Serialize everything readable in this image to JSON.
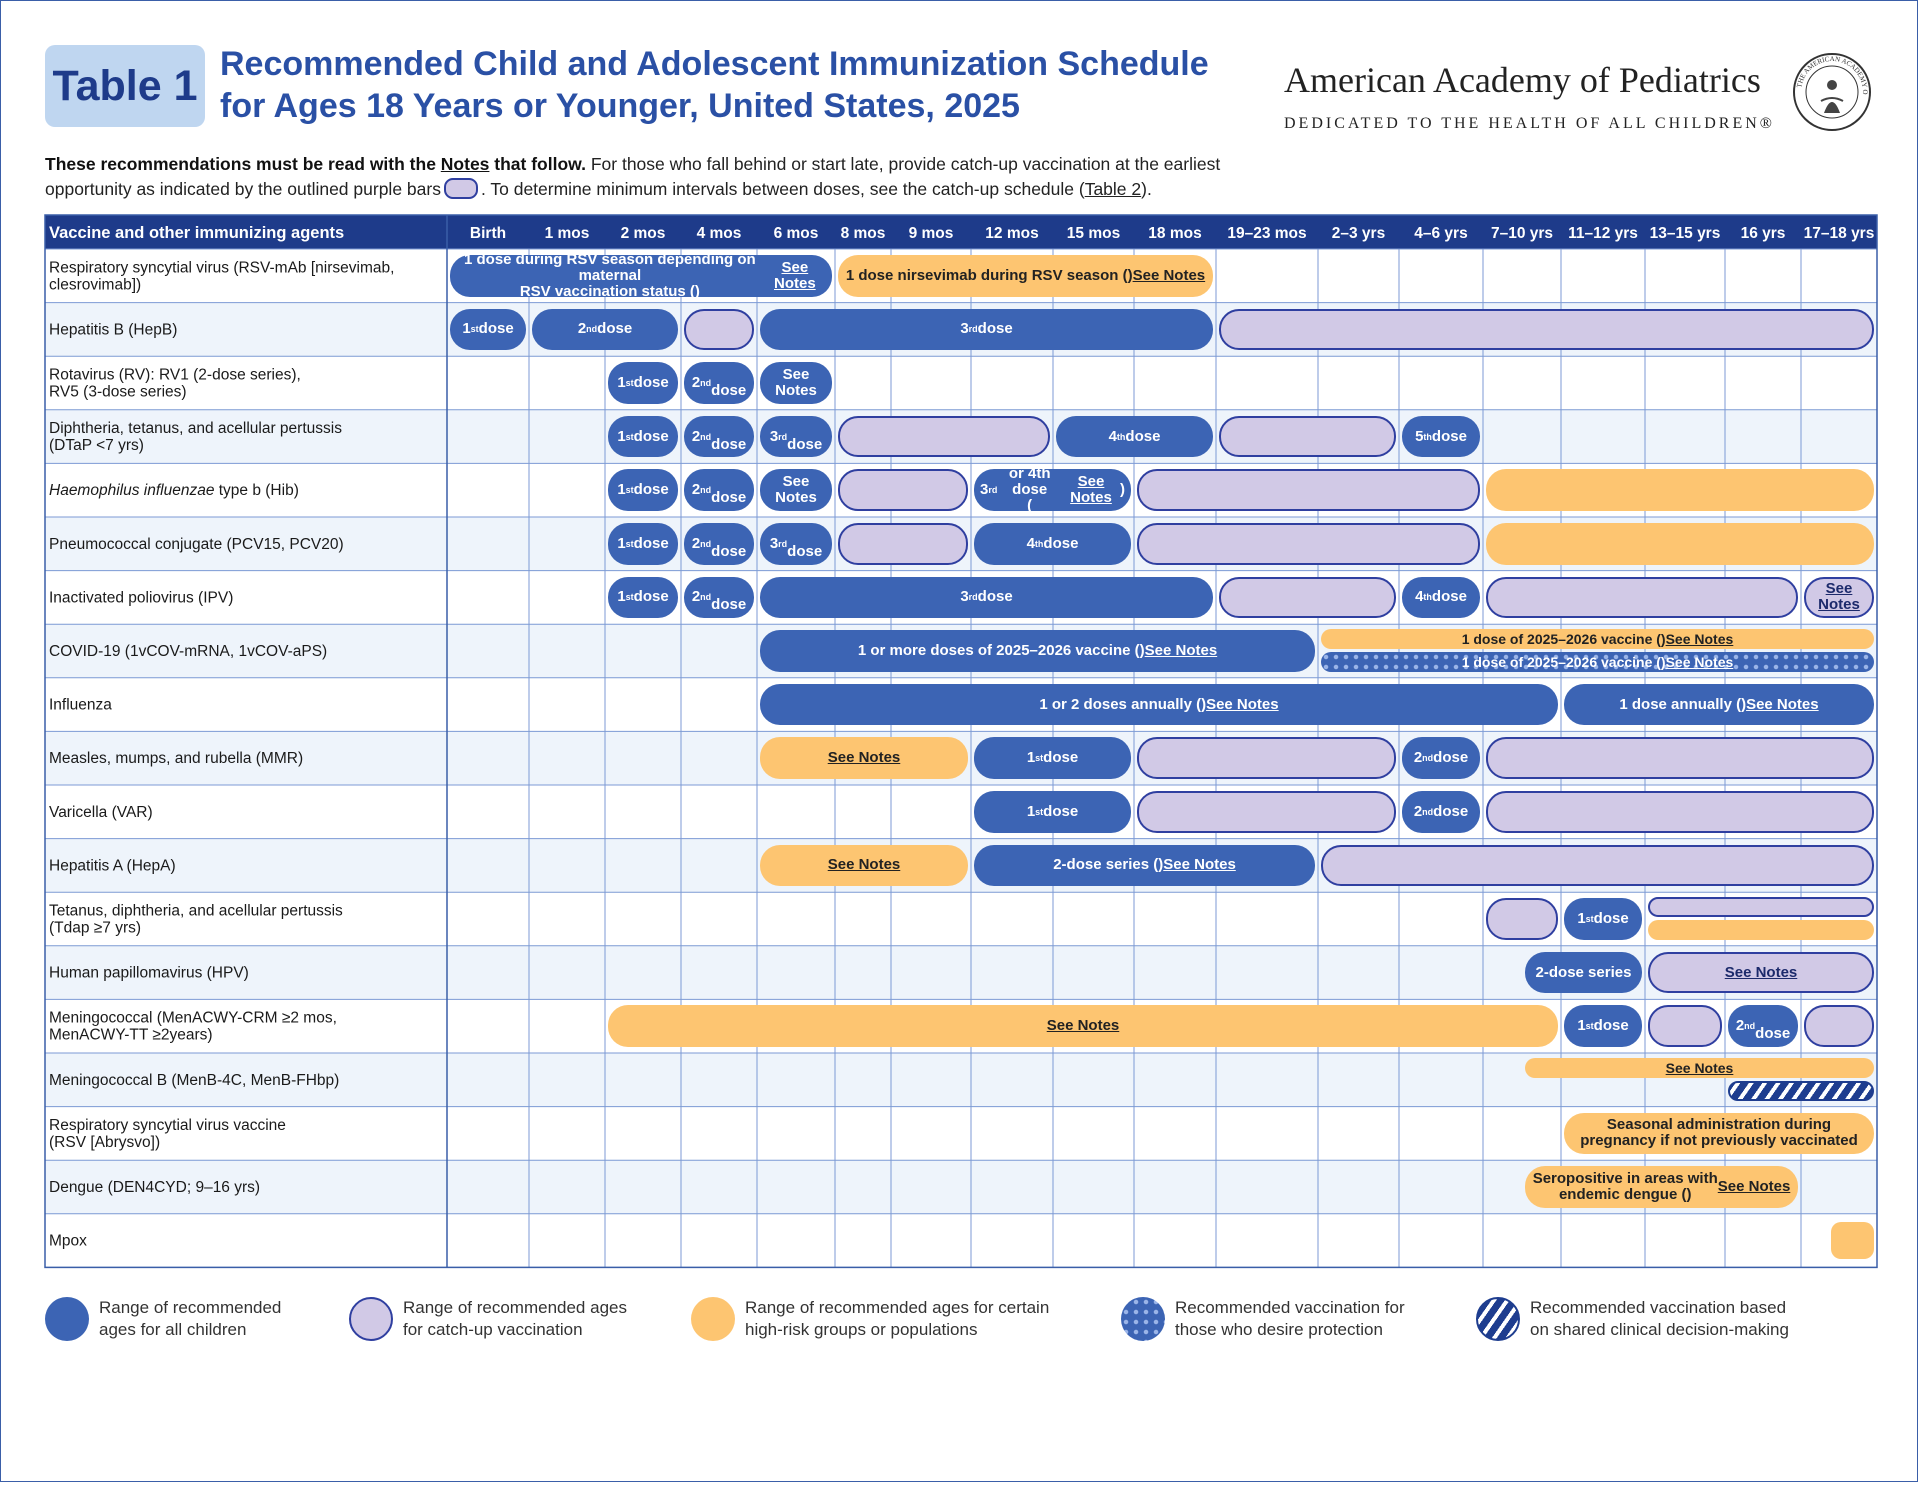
{
  "header": {
    "badge": "Table 1",
    "title_line1": "Recommended Child and Adolescent Immunization Schedule",
    "title_line2": "for Ages 18 Years or Younger, United States, 2025",
    "org_name": "American Academy of Pediatrics",
    "org_tagline": "DEDICATED TO THE HEALTH OF ALL CHILDREN®",
    "seal_text": "THE AMERICAN ACADEMY OF PEDIATRICS"
  },
  "intro": {
    "bold_part": "These recommendations must be read with the ",
    "notes_link": "Notes",
    "bold_tail": " that follow.",
    "text_part": " For those who fall behind or start late, provide catch-up vaccination at the earliest opportunity as indicated by the outlined purple bars",
    "text_part2": ". To determine minimum intervals between doses, see the catch-up schedule (",
    "table2_link": "Table 2",
    "text_end": ")."
  },
  "table": {
    "header_label": "Vaccine and other immunizing agents",
    "age_columns": [
      "Birth",
      "1 mos",
      "2 mos",
      "4 mos",
      "6 mos",
      "8 mos",
      "9 mos",
      "12 mos",
      "15 mos",
      "18 mos",
      "19–23 mos",
      "2–3 yrs",
      "4–6 yrs",
      "7–10 yrs",
      "11–12 yrs",
      "13–15 yrs",
      "16 yrs",
      "17–18 yrs"
    ],
    "rows": [
      {
        "name": "Respiratory syncytial virus (RSV-mAb [nirsevimab,\nclesrovimab])"
      },
      {
        "name": "Hepatitis B (HepB)"
      },
      {
        "name": "Rotavirus (RV): RV1 (2-dose series),\nRV5 (3-dose series)"
      },
      {
        "name": "Diphtheria, tetanus, and acellular pertussis\n(DTaP <7 yrs)"
      },
      {
        "name_italic": "Haemophilus influenzae",
        "name_rest": " type b (Hib)"
      },
      {
        "name": "Pneumococcal conjugate (PCV15, PCV20)"
      },
      {
        "name": "Inactivated poliovirus (IPV)"
      },
      {
        "name": "COVID-19 (1vCOV-mRNA, 1vCOV-aPS)"
      },
      {
        "name": "Influenza"
      },
      {
        "name": "Measles, mumps, and rubella (MMR)"
      },
      {
        "name": "Varicella (VAR)"
      },
      {
        "name": "Hepatitis A (HepA)"
      },
      {
        "name": "Tetanus, diphtheria, and acellular pertussis\n(Tdap ≥7 yrs)"
      },
      {
        "name": "Human papillomavirus (HPV)"
      },
      {
        "name": "Meningococcal (MenACWY-CRM ≥2 mos,\nMenACWY-TT ≥2years)"
      },
      {
        "name": "Meningococcal B (MenB-4C, MenB-FHbp)"
      },
      {
        "name": "Respiratory syncytial virus vaccine\n(RSV [Abrysvo])"
      },
      {
        "name": "Dengue (DEN4CYD; 9–16 yrs)"
      },
      {
        "name": "Mpox"
      }
    ],
    "bars": [
      {
        "row": 0,
        "from": 0,
        "to": 4,
        "type": "blue",
        "label": "1 dose during RSV season depending on maternal\nRSV vaccination status (",
        "link": "See Notes",
        "tail": ")"
      },
      {
        "row": 0,
        "from": 5,
        "to": 9,
        "type": "orange",
        "label": "1 dose nirsevimab during RSV season (",
        "link": "See Notes",
        "tail": ")"
      },
      {
        "row": 1,
        "from": 0,
        "to": 0,
        "type": "blue",
        "label": "1",
        "sup": "st",
        "tail": " dose"
      },
      {
        "row": 1,
        "from": 1,
        "to": 2,
        "type": "blue",
        "label": "2",
        "sup": "nd",
        "tail": " dose"
      },
      {
        "row": 1,
        "from": 3,
        "to": 3,
        "type": "purple",
        "label": ""
      },
      {
        "row": 1,
        "from": 4,
        "to": 9,
        "type": "blue",
        "label": "3",
        "sup": "rd",
        "tail": " dose"
      },
      {
        "row": 1,
        "from": 10,
        "to": 17,
        "type": "purple",
        "label": ""
      },
      {
        "row": 2,
        "from": 2,
        "to": 2,
        "type": "blue",
        "label": "1",
        "sup": "st",
        "tail": " dose"
      },
      {
        "row": 2,
        "from": 3,
        "to": 3,
        "type": "blue",
        "label": "2",
        "sup": "nd",
        "tail": "\ndose"
      },
      {
        "row": 2,
        "from": 4,
        "to": 4,
        "type": "blue",
        "label": "See\nNotes"
      },
      {
        "row": 3,
        "from": 2,
        "to": 2,
        "type": "blue",
        "label": "1",
        "sup": "st",
        "tail": " dose"
      },
      {
        "row": 3,
        "from": 3,
        "to": 3,
        "type": "blue",
        "label": "2",
        "sup": "nd",
        "tail": "\ndose"
      },
      {
        "row": 3,
        "from": 4,
        "to": 4,
        "type": "blue",
        "label": "3",
        "sup": "rd",
        "tail": "\ndose"
      },
      {
        "row": 3,
        "from": 5,
        "to": 7,
        "type": "purple",
        "label": ""
      },
      {
        "row": 3,
        "from": 8,
        "to": 9,
        "type": "blue",
        "label": "4",
        "sup": "th",
        "tail": " dose"
      },
      {
        "row": 3,
        "from": 10,
        "to": 11,
        "type": "purple",
        "label": ""
      },
      {
        "row": 3,
        "from": 12,
        "to": 12,
        "type": "blue",
        "label": "5",
        "sup": "th",
        "tail": " dose"
      },
      {
        "row": 4,
        "from": 2,
        "to": 2,
        "type": "blue",
        "label": "1",
        "sup": "st",
        "tail": " dose"
      },
      {
        "row": 4,
        "from": 3,
        "to": 3,
        "type": "blue",
        "label": "2",
        "sup": "nd",
        "tail": "\ndose"
      },
      {
        "row": 4,
        "from": 4,
        "to": 4,
        "type": "blue",
        "label": "See\nNotes"
      },
      {
        "row": 4,
        "from": 5,
        "to": 6,
        "type": "purple",
        "label": ""
      },
      {
        "row": 4,
        "from": 7,
        "to": 8,
        "type": "blue",
        "label": "3",
        "sup": "rd",
        "tail": " or 4th dose\n(",
        "link": "See Notes",
        "tail2": ")"
      },
      {
        "row": 4,
        "from": 9,
        "to": 12,
        "type": "purple",
        "label": ""
      },
      {
        "row": 4,
        "from": 13,
        "to": 17,
        "type": "orange",
        "label": ""
      },
      {
        "row": 5,
        "from": 2,
        "to": 2,
        "type": "blue",
        "label": "1",
        "sup": "st",
        "tail": " dose"
      },
      {
        "row": 5,
        "from": 3,
        "to": 3,
        "type": "blue",
        "label": "2",
        "sup": "nd",
        "tail": "\ndose"
      },
      {
        "row": 5,
        "from": 4,
        "to": 4,
        "type": "blue",
        "label": "3",
        "sup": "rd",
        "tail": "\ndose"
      },
      {
        "row": 5,
        "from": 5,
        "to": 6,
        "type": "purple",
        "label": ""
      },
      {
        "row": 5,
        "from": 7,
        "to": 8,
        "type": "blue",
        "label": "4",
        "sup": "th",
        "tail": " dose"
      },
      {
        "row": 5,
        "from": 9,
        "to": 12,
        "type": "purple",
        "label": ""
      },
      {
        "row": 5,
        "from": 13,
        "to": 17,
        "type": "orange",
        "label": ""
      },
      {
        "row": 6,
        "from": 2,
        "to": 2,
        "type": "blue",
        "label": "1",
        "sup": "st",
        "tail": " dose"
      },
      {
        "row": 6,
        "from": 3,
        "to": 3,
        "type": "blue",
        "label": "2",
        "sup": "nd",
        "tail": "\ndose"
      },
      {
        "row": 6,
        "from": 4,
        "to": 9,
        "type": "blue",
        "label": "3",
        "sup": "rd",
        "tail": " dose"
      },
      {
        "row": 6,
        "from": 10,
        "to": 11,
        "type": "purple",
        "label": ""
      },
      {
        "row": 6,
        "from": 12,
        "to": 12,
        "type": "blue",
        "label": "4",
        "sup": "th",
        "tail": " dose"
      },
      {
        "row": 6,
        "from": 13,
        "to": 16,
        "type": "purple",
        "label": ""
      },
      {
        "row": 6,
        "from": 17,
        "to": 17,
        "type": "purple",
        "label": "See\nNotes",
        "underline": true
      },
      {
        "row": 7,
        "from": 4,
        "to": 10,
        "type": "blue",
        "label": "1 or more doses of 2025–2026 vaccine (",
        "link": "See Notes",
        "tail": ")"
      },
      {
        "row": 7,
        "from": 11,
        "to": 17,
        "type": "orange",
        "half": "top",
        "label": "1 dose of 2025–2026 vaccine (",
        "link": "See Notes",
        "tail": ")"
      },
      {
        "row": 7,
        "from": 11,
        "to": 17,
        "type": "dotted",
        "half": "bottom",
        "label": "1 dose of 2025–2026 vaccine (",
        "link": "See Notes",
        "tail": ")"
      },
      {
        "row": 8,
        "from": 4,
        "to": 13,
        "type": "blue",
        "label": "1 or 2 doses annually (",
        "link": "See Notes",
        "tail": ")"
      },
      {
        "row": 8,
        "from": 14,
        "to": 17,
        "type": "blue",
        "label": "1 dose annually (",
        "link": "See Notes",
        "tail": ")"
      },
      {
        "row": 9,
        "from": 4,
        "to": 6,
        "type": "orange",
        "label": "",
        "link": "See Notes"
      },
      {
        "row": 9,
        "from": 7,
        "to": 8,
        "type": "blue",
        "label": "1",
        "sup": "st",
        "tail": " dose"
      },
      {
        "row": 9,
        "from": 9,
        "to": 11,
        "type": "purple",
        "label": ""
      },
      {
        "row": 9,
        "from": 12,
        "to": 12,
        "type": "blue",
        "label": "2",
        "sup": "nd",
        "tail": " dose"
      },
      {
        "row": 9,
        "from": 13,
        "to": 17,
        "type": "purple",
        "label": ""
      },
      {
        "row": 10,
        "from": 7,
        "to": 8,
        "type": "blue",
        "label": "1",
        "sup": "st",
        "tail": " dose"
      },
      {
        "row": 10,
        "from": 9,
        "to": 11,
        "type": "purple",
        "label": ""
      },
      {
        "row": 10,
        "from": 12,
        "to": 12,
        "type": "blue",
        "label": "2",
        "sup": "nd",
        "tail": " dose"
      },
      {
        "row": 10,
        "from": 13,
        "to": 17,
        "type": "purple",
        "label": ""
      },
      {
        "row": 11,
        "from": 4,
        "to": 6,
        "type": "orange",
        "label": "",
        "link": "See Notes"
      },
      {
        "row": 11,
        "from": 7,
        "to": 10,
        "type": "blue",
        "label": "2-dose series (",
        "link": "See Notes",
        "tail": ")"
      },
      {
        "row": 11,
        "from": 11,
        "to": 17,
        "type": "purple",
        "label": ""
      },
      {
        "row": 12,
        "from": 13,
        "to": 13,
        "type": "purple",
        "label": ""
      },
      {
        "row": 12,
        "from": 14,
        "to": 14,
        "type": "blue",
        "label": "1",
        "sup": "st",
        "tail": " dose"
      },
      {
        "row": 12,
        "from": 15,
        "to": 17,
        "type": "purple",
        "half": "top",
        "label": ""
      },
      {
        "row": 12,
        "from": 15,
        "to": 17,
        "type": "orange",
        "half": "bottom",
        "label": ""
      },
      {
        "row": 13,
        "from": 13.5,
        "to": 14,
        "type": "blue",
        "label": "2-dose series"
      },
      {
        "row": 13,
        "from": 15,
        "to": 17,
        "type": "purple",
        "label": "",
        "link": "See Notes"
      },
      {
        "row": 14,
        "from": 2,
        "to": 13,
        "type": "orange",
        "label": "",
        "link": "See Notes"
      },
      {
        "row": 14,
        "from": 14,
        "to": 14,
        "type": "blue",
        "label": "1",
        "sup": "st",
        "tail": " dose"
      },
      {
        "row": 14,
        "from": 15,
        "to": 15,
        "type": "purple",
        "label": ""
      },
      {
        "row": 14,
        "from": 16,
        "to": 16,
        "type": "blue",
        "label": "2",
        "sup": "nd",
        "tail": "\ndose"
      },
      {
        "row": 14,
        "from": 17,
        "to": 17,
        "type": "purple",
        "label": ""
      },
      {
        "row": 15,
        "from": 13.5,
        "to": 17,
        "type": "orange",
        "half": "top",
        "label": "",
        "link": "See Notes"
      },
      {
        "row": 15,
        "from": 16,
        "to": 17,
        "type": "striped",
        "half": "bottom",
        "label": ""
      },
      {
        "row": 16,
        "from": 14,
        "to": 17,
        "type": "orange",
        "label": "Seasonal administration during\npregnancy if not previously vaccinated"
      },
      {
        "row": 17,
        "from": 13.5,
        "to": 16,
        "type": "orange",
        "label": "Seropositive in areas with\nendemic dengue (",
        "link": "See Notes",
        "tail": ")"
      },
      {
        "row": 18,
        "from": 17,
        "to": 17,
        "type": "orange",
        "small": true,
        "label": ""
      }
    ]
  },
  "legend": [
    {
      "type": "blue",
      "text": "Range of recommended\nages for all children"
    },
    {
      "type": "purple",
      "text": "Range of recommended ages\nfor catch-up vaccination"
    },
    {
      "type": "orange",
      "text": "Range of recommended ages for certain\nhigh-risk groups or populations"
    },
    {
      "type": "dotted",
      "text": "Recommended vaccination for\nthose who desire protection"
    },
    {
      "type": "striped",
      "text": "Recommended vaccination based\non shared clinical decision-making"
    }
  ],
  "colors": {
    "blue": "#3c64b4",
    "purple": "#d1c9e6",
    "orange": "#fdc571",
    "header": "#1e3b8a",
    "grid": "#7c9ad4"
  }
}
